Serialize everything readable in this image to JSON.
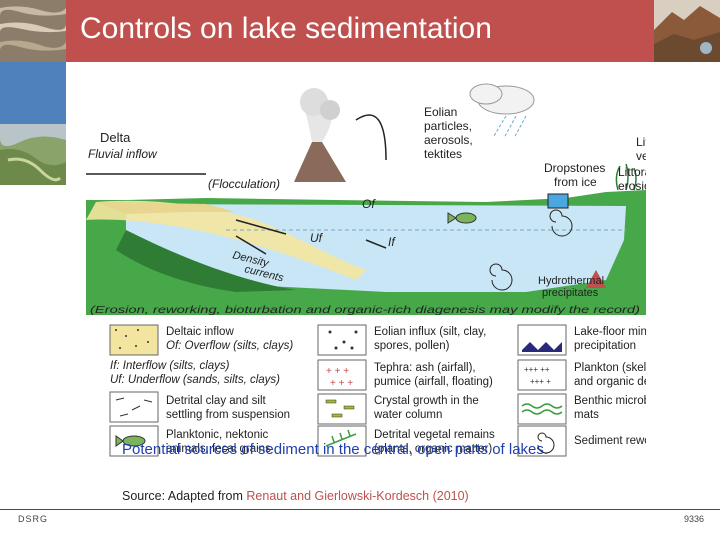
{
  "slide": {
    "title": "Controls on lake sedimentation",
    "caption": "Potential sources of sediment in the central, open parts of lakes.",
    "source_prefix": "Source: Adapted from ",
    "source_highlight": "Renaut and Gierlowski-Kordesch (2010)",
    "footer_left": "DSRG",
    "footer_right": "9336"
  },
  "diagram": {
    "labels": {
      "delta": "Delta",
      "fluvial_inflow": "Fluvial inflow",
      "flocculation": "(Flocculation)",
      "eolian_1": "Eolian",
      "eolian_2": "particles,",
      "eolian_3": "aerosols,",
      "eolian_4": "tektites",
      "dropstones_1": "Dropstones",
      "dropstones_2": "from ice",
      "littoral_veg_1": "Littoral",
      "littoral_veg_2": "vegetation",
      "littoral_ero_1": "Littoral",
      "littoral_ero_2": "erosion",
      "of": "Of",
      "if": "If",
      "uf": "Uf",
      "density_1": "Density",
      "density_2": "currents",
      "hydro_1": "Hydrothermal",
      "hydro_2": "precipitates",
      "erosion_note": "(Erosion, reworking, bioturbation and organic-rich diagenesis may modify the record)"
    },
    "legend": {
      "deltaic_1": "Deltaic inflow",
      "deltaic_2": "Of: Overflow (silts, clays)",
      "deltaic_3": "If: Interflow (silts, clays)",
      "deltaic_4": "Uf: Underflow (sands, silts, clays)",
      "detrital_clay_1": "Detrital clay and silt",
      "detrital_clay_2": "settling from suspension",
      "plankton_1": "Planktonic, nektonic",
      "plankton_2": "animals, fecal grains",
      "eolian_1": "Eolian influx (silt, clay,",
      "eolian_2": "spores, pollen)",
      "tephra_1": "Tephra: ash (airfall),",
      "tephra_2": "pumice (airfall, floating)",
      "crystal_1": "Crystal growth in the",
      "crystal_2": "water column",
      "vegetal_1": "Detrital vegetal remains",
      "vegetal_2": "(plants, organic matter)",
      "lakefloor_1": "Lake-floor mineral",
      "lakefloor_2": "precipitation",
      "planktonskel_1": "Plankton (skeletal",
      "planktonskel_2": "and organic debris)",
      "benthic_1": "Benthic microbial",
      "benthic_2": "mats",
      "reworking_1": "Sediment reworking"
    }
  },
  "colors": {
    "title_bar": "#c0504d",
    "caption": "#1f3fae",
    "water": "#c8e6f5",
    "land": "#3f9d43",
    "delta_sand": "#f3e5a0"
  }
}
